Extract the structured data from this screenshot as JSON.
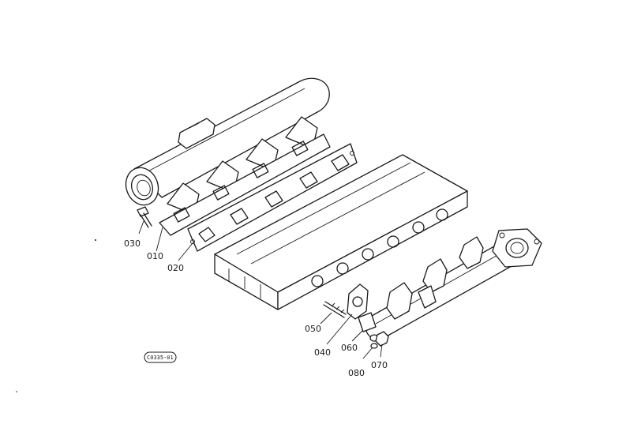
{
  "parts": [
    {
      "id": "p010",
      "label": "010"
    },
    {
      "id": "p020",
      "label": "020"
    },
    {
      "id": "p030",
      "label": "030"
    },
    {
      "id": "p040",
      "label": "040"
    },
    {
      "id": "p050",
      "label": "050"
    },
    {
      "id": "p060",
      "label": "060"
    },
    {
      "id": "p070",
      "label": "070"
    },
    {
      "id": "p080",
      "label": "080"
    }
  ],
  "reference_code": "C0335-01"
}
